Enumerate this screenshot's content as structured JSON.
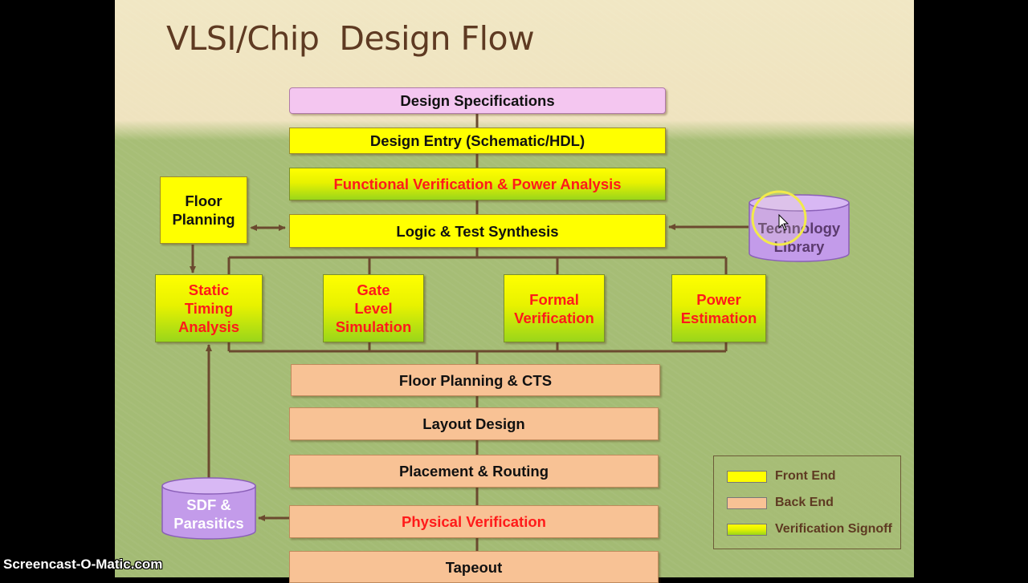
{
  "slide": {
    "title": "VLSI/Chip  Design Flow"
  },
  "flow": {
    "design_specifications": "Design Specifications",
    "design_entry": "Design Entry (Schematic/HDL)",
    "functional_verification": "Functional Verification & Power Analysis",
    "logic_test_synthesis": "Logic & Test Synthesis",
    "floor_planning_cts": "Floor Planning & CTS",
    "layout_design": "Layout Design",
    "placement_routing": "Placement & Routing",
    "physical_verification": "Physical Verification",
    "tapeout": "Tapeout"
  },
  "side": {
    "floor_planning": [
      "Floor",
      "Planning"
    ],
    "technology_library": [
      "Technology",
      "Library"
    ],
    "sdf_parasitics": [
      "SDF &",
      "Parasitics"
    ]
  },
  "checks": {
    "static_timing": [
      "Static",
      "Timing",
      "Analysis"
    ],
    "gate_level": [
      "Gate",
      "Level",
      "Simulation"
    ],
    "formal_verification": [
      "Formal",
      "Verification"
    ],
    "power_estimation": [
      "Power",
      "Estimation"
    ]
  },
  "legend": {
    "items": [
      {
        "label": "Front End",
        "color": "#ffff00"
      },
      {
        "label": "Back End",
        "color": "#f8c295"
      },
      {
        "label": "Verification Signoff",
        "color": "#cfe80a"
      }
    ]
  },
  "colors": {
    "title": "#5e3a22",
    "front_end": "#ffff00",
    "back_end": "#f8c295",
    "verification_text": "#ff1a1a",
    "storage": "#c39bea",
    "connector": "#6b4a2f"
  },
  "watermark": "Screencast-O-Matic.com"
}
